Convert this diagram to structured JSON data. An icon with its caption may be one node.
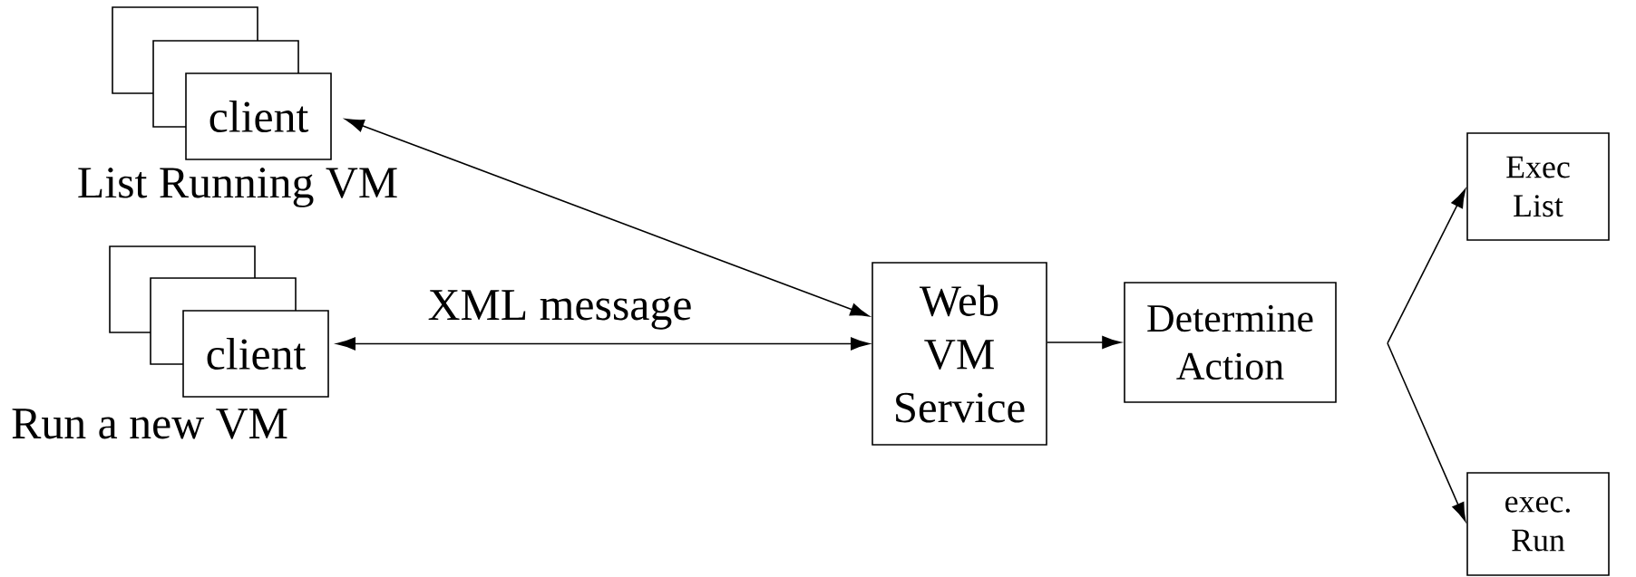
{
  "diagram": {
    "nodes": [
      {
        "text": [
          "client"
        ],
        "beside": [
          "List Running VM"
        ]
      },
      {
        "text": [
          "client"
        ],
        "beside": [
          "Run a new VM"
        ]
      },
      {
        "text": [
          "Web VM Service"
        ]
      },
      {
        "text": [
          "Determine Action"
        ]
      },
      {
        "text": [
          "Exec List"
        ]
      },
      {
        "text": [
          "exec. Run"
        ]
      }
    ],
    "edges": [
      {
        "from": 0,
        "to": 2,
        "arrow": "both"
      },
      {
        "from": 1,
        "to": 2,
        "arrow": "both",
        "label": "XML message"
      },
      {
        "from": 2,
        "to": 3,
        "arrow": "to"
      },
      {
        "from": null,
        "to": 4,
        "arrow": "to"
      },
      {
        "from": null,
        "to": 5,
        "arrow": "to"
      }
    ]
  }
}
